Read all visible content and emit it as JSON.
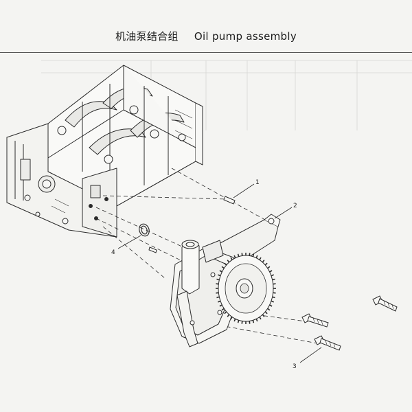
{
  "header": {
    "title_cn": "机油泵结合组",
    "title_en": "Oil pump assembly"
  },
  "callouts": [
    {
      "id": "1",
      "label": "1"
    },
    {
      "id": "2",
      "label": "2"
    },
    {
      "id": "3",
      "label": "3"
    },
    {
      "id": "4",
      "label": "4"
    }
  ],
  "colors": {
    "line": "#2a2a2a",
    "paper": "#f4f4f2",
    "ghost": "#c9c9c6"
  }
}
